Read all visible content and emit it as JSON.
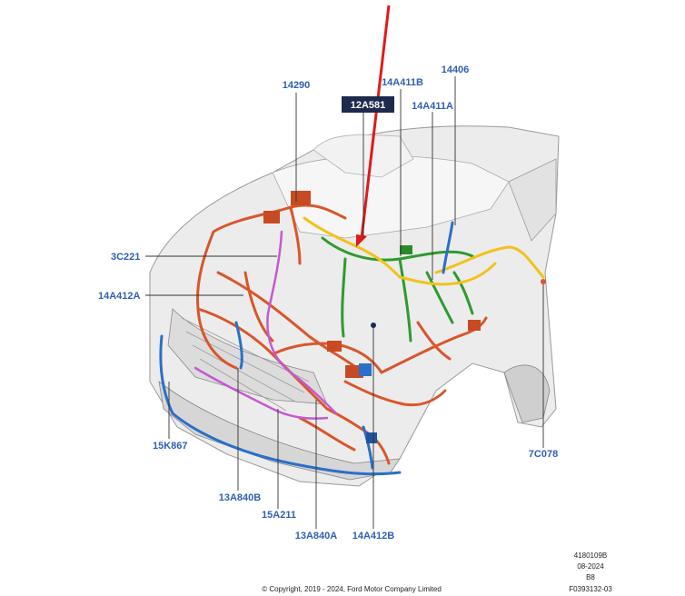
{
  "colors": {
    "callout_text": "#2f5fb3",
    "highlight_box": "#1d2a4d",
    "arrow": "#e01a1a",
    "harness_orange": "#d9562b",
    "harness_green": "#2e9a2e",
    "harness_yellow": "#f2c21a",
    "harness_blue": "#2a6fc9",
    "harness_pink": "#c45ad0",
    "body_panel": "#e9e9e9"
  },
  "callouts": {
    "c14290": "14290",
    "c12A581": "12A581",
    "c14A411B": "14A411B",
    "c14A411A": "14A411A",
    "c14406": "14406",
    "c3C221": "3C221",
    "c14A412A": "14A412A",
    "c15K867": "15K867",
    "c13A840B": "13A840B",
    "c15A211": "15A211",
    "c13A840A": "13A840A",
    "c14A412B": "14A412B",
    "c7C078": "7C078"
  },
  "meta": {
    "ref_code": "4180109B",
    "date": "08-2024",
    "rev": "B8",
    "figure_id": "F0393132-03",
    "copyright": "© Copyright, 2019 - 2024, Ford Motor Company Limited"
  }
}
